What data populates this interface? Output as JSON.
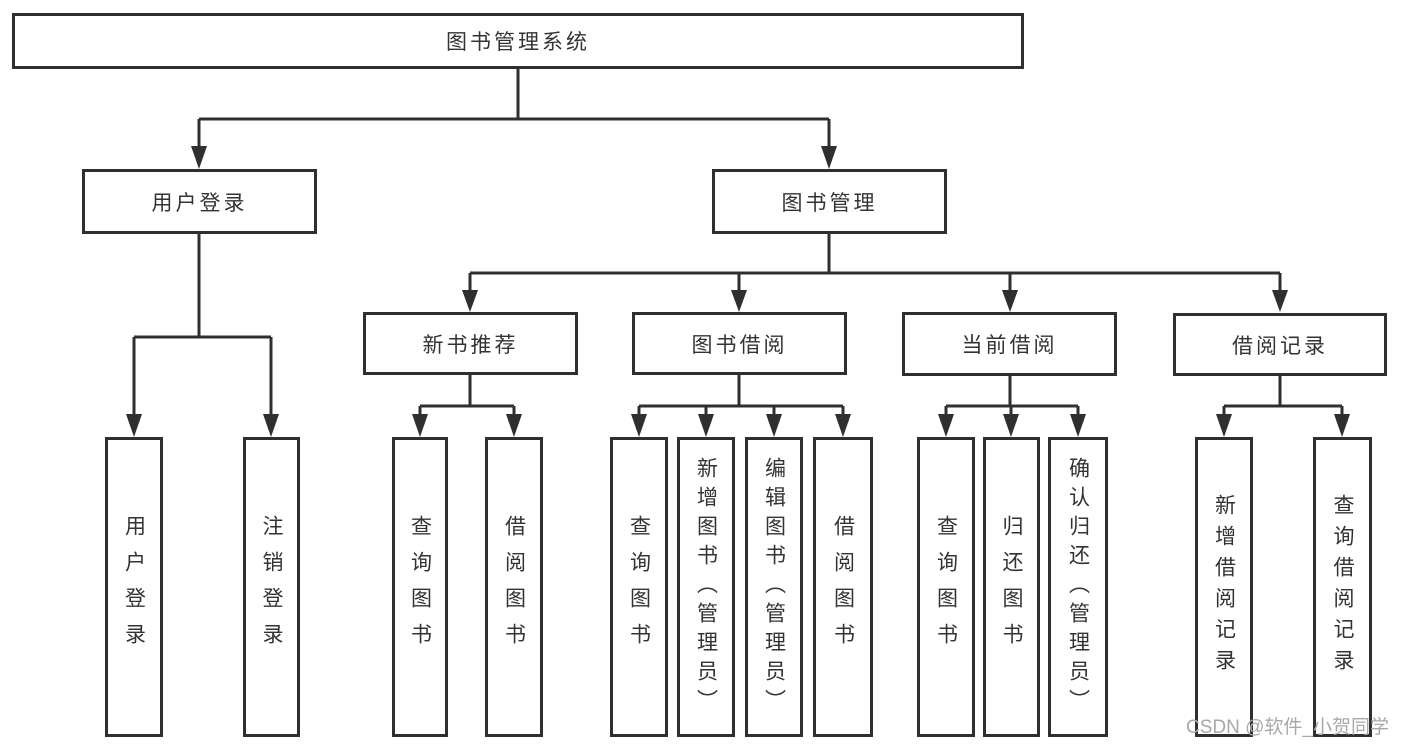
{
  "nodes": {
    "root": {
      "label": "图书管理系统"
    },
    "user_login": {
      "label": "用户登录"
    },
    "book_mgmt": {
      "label": "图书管理"
    },
    "new_book_rec": {
      "label": "新书推荐"
    },
    "book_borrow": {
      "label": "图书借阅"
    },
    "current_borrow": {
      "label": "当前借阅"
    },
    "borrow_records": {
      "label": "借阅记录"
    },
    "leaf_user_login": {
      "label": "用户登录"
    },
    "leaf_logout": {
      "label": "注销登录"
    },
    "leaf_rec_query_book": {
      "label": "查询图书"
    },
    "leaf_rec_borrow_book": {
      "label": "借阅图书"
    },
    "leaf_bb_query_book": {
      "label": "查询图书"
    },
    "leaf_bb_add_book": {
      "label": "新增图书（管理员）"
    },
    "leaf_bb_edit_book": {
      "label": "编辑图书（管理员）"
    },
    "leaf_bb_borrow_book": {
      "label": "借阅图书"
    },
    "leaf_cb_query_book": {
      "label": "查询图书"
    },
    "leaf_cb_return_book": {
      "label": "归还图书"
    },
    "leaf_cb_confirm_return": {
      "label": "确认归还（管理员）"
    },
    "leaf_br_add_record": {
      "label": "新增借阅记录"
    },
    "leaf_br_query_record": {
      "label": "查询借阅记录"
    }
  },
  "watermark": {
    "text": "CSDN @软件_小贺同学"
  },
  "colors": {
    "line": "#2f2f2f",
    "text": "#333333",
    "watermark": "#a8a8a8",
    "background": "#ffffff"
  }
}
